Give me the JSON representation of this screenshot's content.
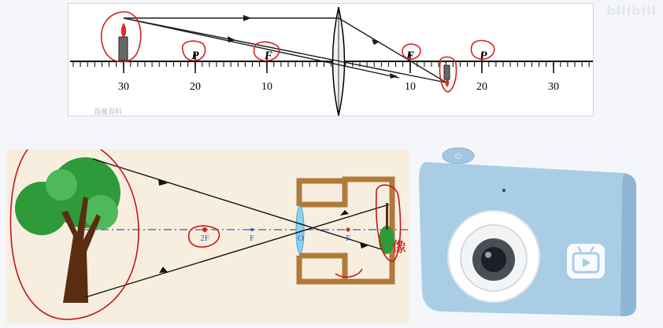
{
  "top_diagram": {
    "focal_label": "F",
    "double_focal_label": "P",
    "tick_labels_left": [
      "30",
      "20",
      "10"
    ],
    "tick_labels_right": [
      "10",
      "20",
      "30"
    ],
    "watermark": "百度百科"
  },
  "bottom_diagram": {
    "labels": {
      "two_f": "2F",
      "f_left": "F",
      "origin": "O",
      "f_right": "F"
    },
    "annotation": "像"
  },
  "brand_watermark": "bilibili",
  "colors": {
    "ink_red": "#d42020",
    "ray_color": "#1a1a1a",
    "axis_dash": "#3a5fb0",
    "camera_body": "#aacde6",
    "tree_green": "#2e9a3a",
    "bottom_bg": "#f8eee0",
    "box_brown": "#b07a3a"
  }
}
